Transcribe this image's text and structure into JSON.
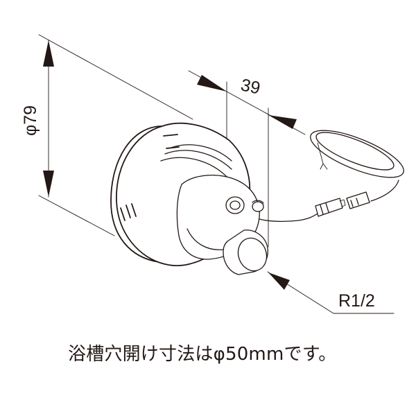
{
  "dimensions": {
    "diameter_label": "φ79",
    "depth_label": "39",
    "thread_label": "R1/2"
  },
  "note": "浴槽穴開け寸法はφ50mmです。",
  "colors": {
    "line": "#231815",
    "background": "#ffffff"
  }
}
